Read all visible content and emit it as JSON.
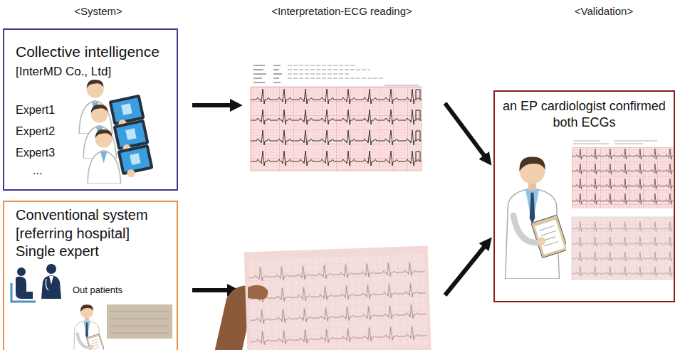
{
  "diagram": {
    "nodes": [
      {
        "text": [
          "Collective intelligence",
          "[InterMD Co., Ltd]",
          "Expert1",
          "Expert2",
          "Expert3",
          "..."
        ]
      },
      {
        "text": [
          "Conventional system [referring hospital] Single expert",
          "Out patients"
        ]
      },
      {
        "text": [
          "an EP cardiologist confirmed both ECGs"
        ]
      }
    ],
    "labels": [
      "<System>",
      "<Interpretation-ECG reading>",
      "<Validation>"
    ]
  }
}
